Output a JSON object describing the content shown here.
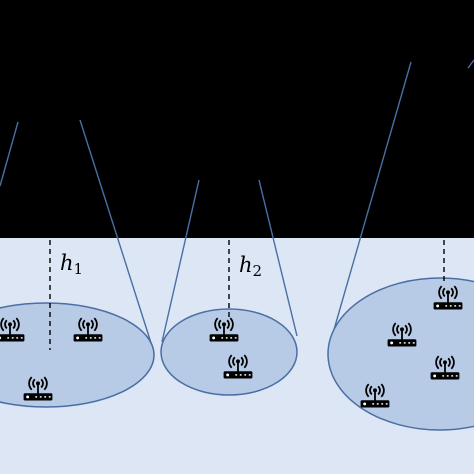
{
  "diagram": {
    "colors": {
      "sky": "#000000",
      "ground": "#dce6f4",
      "cell_fill": "#b8cbe6",
      "cell_stroke": "#4a6fa5",
      "beam": "#4a6fa5",
      "router": "#000000"
    },
    "labels": {
      "h1": {
        "base": "h",
        "sub": "1"
      },
      "h2": {
        "base": "h",
        "sub": "2"
      }
    },
    "icons": {
      "router": "wifi-router-icon"
    }
  }
}
